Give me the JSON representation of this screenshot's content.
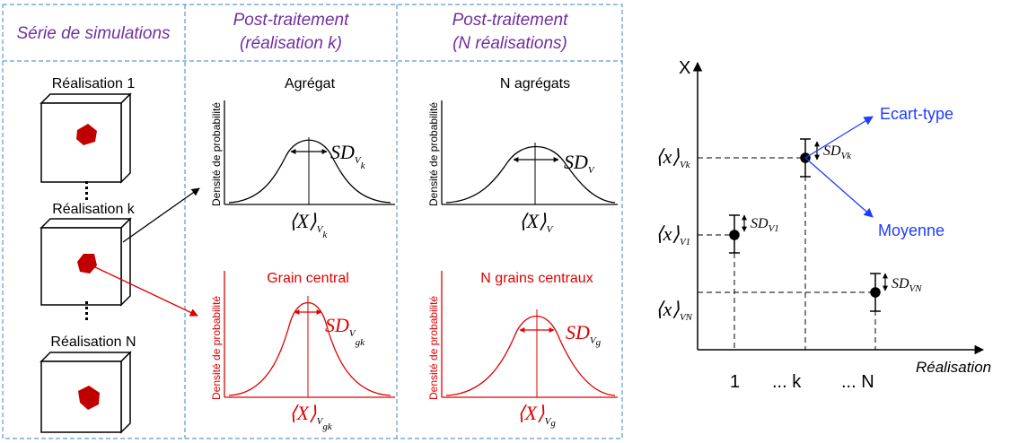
{
  "headers": {
    "col1": "Série de simulations",
    "col2_line1": "Post-traitement",
    "col2_line2": "(réalisation k)",
    "col3_line1": "Post-traitement",
    "col3_line2": "(N réalisations)"
  },
  "realisations": {
    "r1": "Réalisation 1",
    "rk": "Réalisation k",
    "rn": "Réalisation N"
  },
  "panels": {
    "aggregate_title": "Agrégat",
    "n_aggregates_title": "N agrégats",
    "central_grain_title": "Grain central",
    "n_central_grains_title": "N grains centraux",
    "ylabel": "Densité de probabilité"
  },
  "math": {
    "sd": "SD",
    "mean_x": "X",
    "sub_vk": "V",
    "sub_k": "k",
    "sub_gk": "gk",
    "sub_g": "g"
  },
  "chart": {
    "y_axis_label": "X",
    "x_axis_label": "Réalisation",
    "x_ticks": [
      "1",
      "... k",
      "... N"
    ],
    "annotation_std": "Ecart-type",
    "annotation_mean": "Moyenne",
    "y_labels": {
      "x": "x",
      "vk_sub": "Vk",
      "v1_sub": "V1",
      "vn_sub": "VN"
    }
  },
  "colors": {
    "purple": "#7030a0",
    "red": "#e00000",
    "blue": "#1f3cff",
    "dash_frame": "#5b9bd5",
    "grain": "#c00000"
  }
}
